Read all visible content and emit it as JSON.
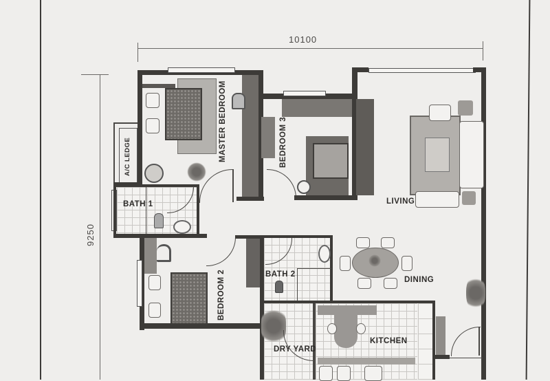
{
  "dimensions": {
    "width_label": "10100",
    "height_label": "9250"
  },
  "rooms": {
    "master_bedroom": "MASTER BEDROOM",
    "ac_ledge": "A/C LEDGE",
    "bedroom_3": "BEDROOM 3",
    "bath_1": "BATH 1",
    "bedroom_2": "BEDROOM 2",
    "bath_2": "BATH 2",
    "living": "LIVING",
    "dining": "DINING",
    "kitchen": "KITCHEN",
    "dry_yard": "DRY YARD"
  },
  "colors": {
    "paper": "#efeeec",
    "wall": "#3d3b38",
    "text": "#2e2c2a"
  }
}
